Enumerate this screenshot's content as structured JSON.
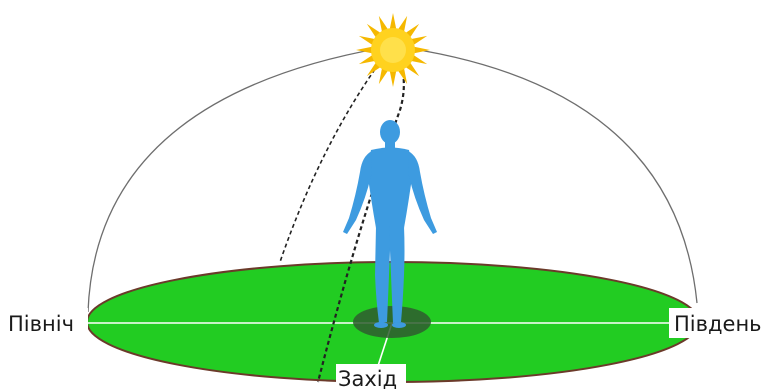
{
  "labels": {
    "north": "Північ",
    "south": "Південь",
    "west": "Захід"
  },
  "colors": {
    "ground": "#22cc22",
    "ground_edge": "#6b3a2a",
    "dome_line": "#6e6e6e",
    "person": "#3d9be0",
    "sun": "#ffd21f",
    "sun_rays": "#f5b800",
    "shadow": "#2f5a2f",
    "path": "#222222",
    "meridian": "#ffffff"
  },
  "icons": {
    "sun": "sun-icon",
    "person": "person-figure"
  }
}
